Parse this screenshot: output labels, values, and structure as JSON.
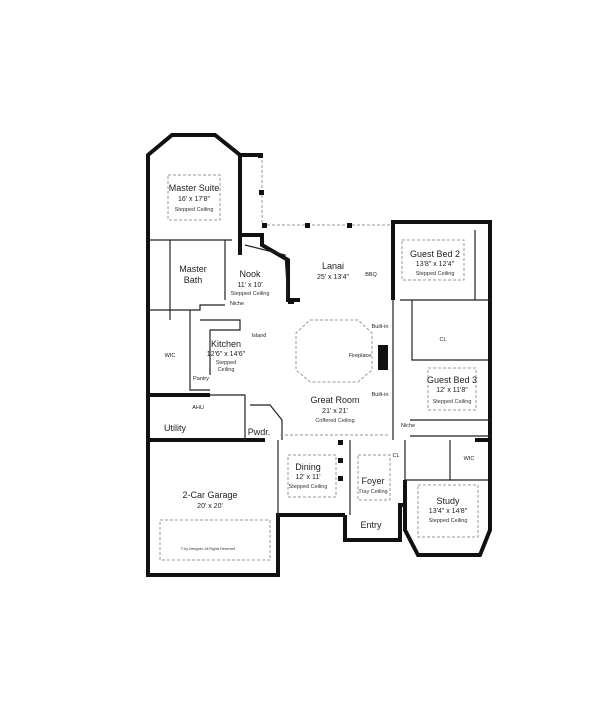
{
  "rooms": {
    "master_suite": {
      "name": "Master Suite",
      "dims": "16' x 17'8\"",
      "ceiling": "Stepped Ceiling"
    },
    "master_bath": {
      "name": "Master",
      "name2": "Bath"
    },
    "nook": {
      "name": "Nook",
      "dims": "11' x 10'",
      "ceiling": "Stepped Ceiling"
    },
    "lanai": {
      "name": "Lanai",
      "dims": "25' x 13'4\""
    },
    "guest_bed_2": {
      "name": "Guest Bed 2",
      "dims": "13'8\" x 12'4\"",
      "ceiling": "Stepped Ceiling"
    },
    "kitchen": {
      "name": "Kitchen",
      "dims": "12'6\" x 14'6\"",
      "ceiling": "Stepped",
      "ceiling2": "Ceiling"
    },
    "great_room": {
      "name": "Great Room",
      "dims": "21' x 21'",
      "ceiling": "Coffered Ceiling"
    },
    "guest_bed_3": {
      "name": "Guest Bed 3",
      "dims": "12' x 11'8\"",
      "ceiling": "Stepped Ceiling"
    },
    "garage": {
      "name": "2-Car Garage",
      "dims": "20' x 20'"
    },
    "dining": {
      "name": "Dining",
      "dims": "12' x 11'",
      "ceiling": "Stepped Ceiling"
    },
    "foyer": {
      "name": "Foyer",
      "ceiling": "Tray Ceiling"
    },
    "study": {
      "name": "Study",
      "dims": "13'4\" x 14'8\"",
      "ceiling": "Stepped Ceiling"
    },
    "utility": {
      "name": "Utility"
    },
    "powder": {
      "name": "Pwdr."
    },
    "entry": {
      "name": "Entry"
    }
  },
  "labels": {
    "wic": "WIC",
    "wic2": "WIC",
    "niche": "Niche",
    "niche2": "Niche",
    "island": "Island",
    "pantry": "Pantry",
    "ahu": "AHU",
    "bbq": "BBQ",
    "built_in_top": "Built-in",
    "built_in_bottom": "Built-in",
    "fireplace": "Fireplace",
    "cl": "CL",
    "cl2": "CL"
  },
  "copyright": "© by Designer. All Rights Reserved"
}
